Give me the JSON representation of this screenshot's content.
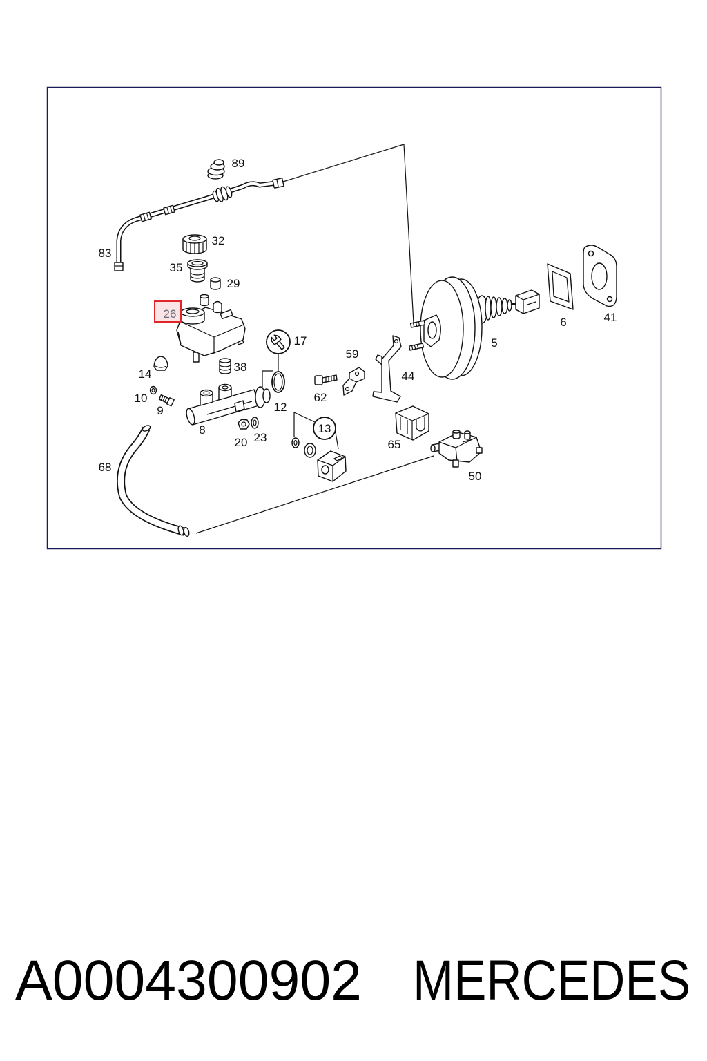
{
  "diagram": {
    "callouts": [
      "89",
      "32",
      "83",
      "35",
      "29",
      "17",
      "6",
      "41",
      "5",
      "59",
      "38",
      "14",
      "44",
      "62",
      "10",
      "9",
      "12",
      "8",
      "13",
      "20",
      "23",
      "65",
      "68",
      "50"
    ],
    "highlighted_callout": "26",
    "colors": {
      "frame": "#1b1b55",
      "highlight_border": "#e0262b",
      "highlight_fill": "#fbe4e6",
      "highlight_text": "#6a6a7a",
      "ink": "#111111"
    }
  },
  "product": {
    "part_number": "A0004300902",
    "brand": "MERCEDES"
  }
}
